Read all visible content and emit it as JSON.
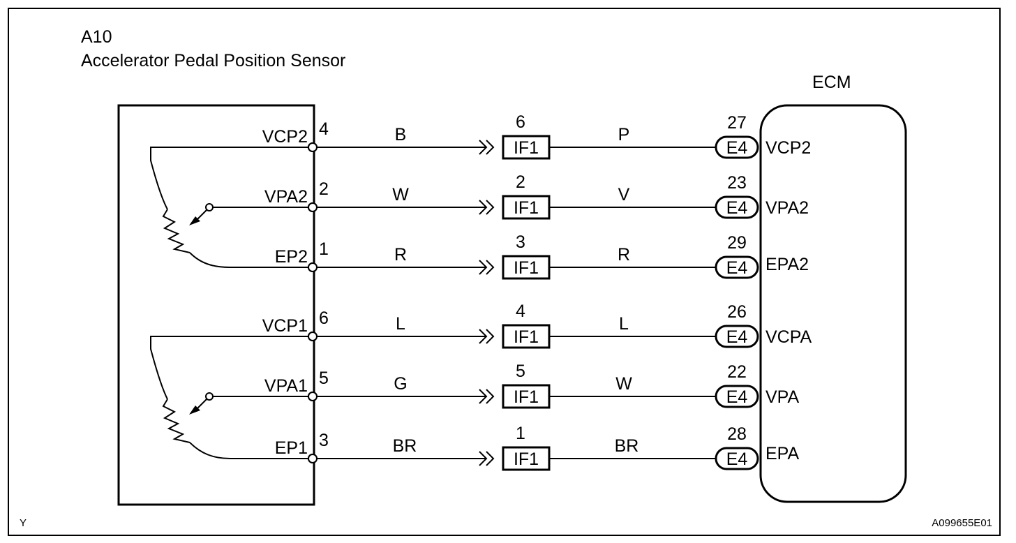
{
  "frame": {
    "corner_left": "Y",
    "corner_right": "A099655E01"
  },
  "sensor": {
    "code": "A10",
    "name": "Accelerator Pedal Position Sensor"
  },
  "ecm": {
    "title": "ECM"
  },
  "inline_connector": "IF1",
  "ecm_connector": "E4",
  "circuits": [
    {
      "sensor_terminal": "VCP2",
      "sensor_pin": "4",
      "color_left": "B",
      "inline_pin": "6",
      "color_right": "P",
      "ecm_pin": "27",
      "ecm_terminal": "VCP2"
    },
    {
      "sensor_terminal": "VPA2",
      "sensor_pin": "2",
      "color_left": "W",
      "inline_pin": "2",
      "color_right": "V",
      "ecm_pin": "23",
      "ecm_terminal": "VPA2"
    },
    {
      "sensor_terminal": "EP2",
      "sensor_pin": "1",
      "color_left": "R",
      "inline_pin": "3",
      "color_right": "R",
      "ecm_pin": "29",
      "ecm_terminal": "EPA2"
    },
    {
      "sensor_terminal": "VCP1",
      "sensor_pin": "6",
      "color_left": "L",
      "inline_pin": "4",
      "color_right": "L",
      "ecm_pin": "26",
      "ecm_terminal": "VCPA"
    },
    {
      "sensor_terminal": "VPA1",
      "sensor_pin": "5",
      "color_left": "G",
      "inline_pin": "5",
      "color_right": "W",
      "ecm_pin": "22",
      "ecm_terminal": "VPA"
    },
    {
      "sensor_terminal": "EP1",
      "sensor_pin": "3",
      "color_left": "BR",
      "inline_pin": "1",
      "color_right": "BR",
      "ecm_pin": "28",
      "ecm_terminal": "EPA"
    }
  ]
}
